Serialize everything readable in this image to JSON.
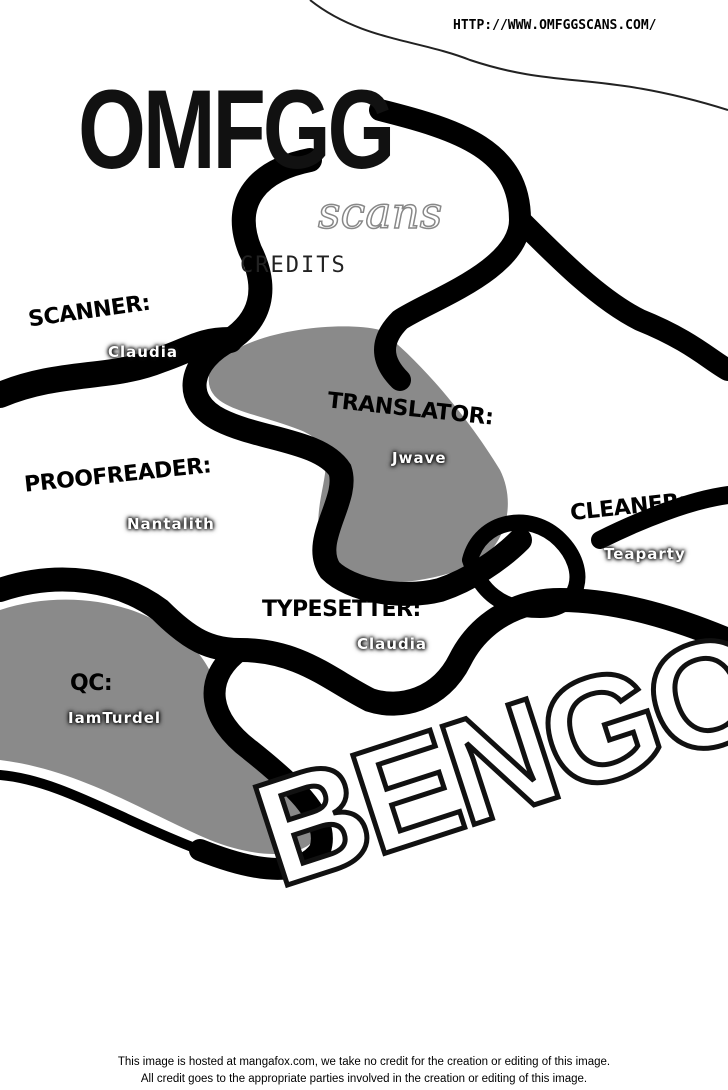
{
  "header": {
    "url": "HTTP://WWW.OMFGGSCANS.COM/"
  },
  "logo": {
    "main": "OMFGG",
    "sub": "scans"
  },
  "title": "CREDITS",
  "credits": [
    {
      "role": "SCANNER:",
      "name": "Claudia"
    },
    {
      "role": "TRANSLATOR:",
      "name": "Jwave"
    },
    {
      "role": "PROOFREADER:",
      "name": "Nantalith"
    },
    {
      "role": "CLEANER:",
      "name": "Teaparty"
    },
    {
      "role": "TYPESETTER:",
      "name": "Claudia"
    },
    {
      "role": "QC:",
      "name": "IamTurdel"
    }
  ],
  "series_logo": "BENGO!",
  "footer": [
    "This image is hosted at mangafox.com, we take no credit for the creation or editing of this image.",
    "All credit goes to the appropriate parties involved in the creation or editing of this image."
  ]
}
